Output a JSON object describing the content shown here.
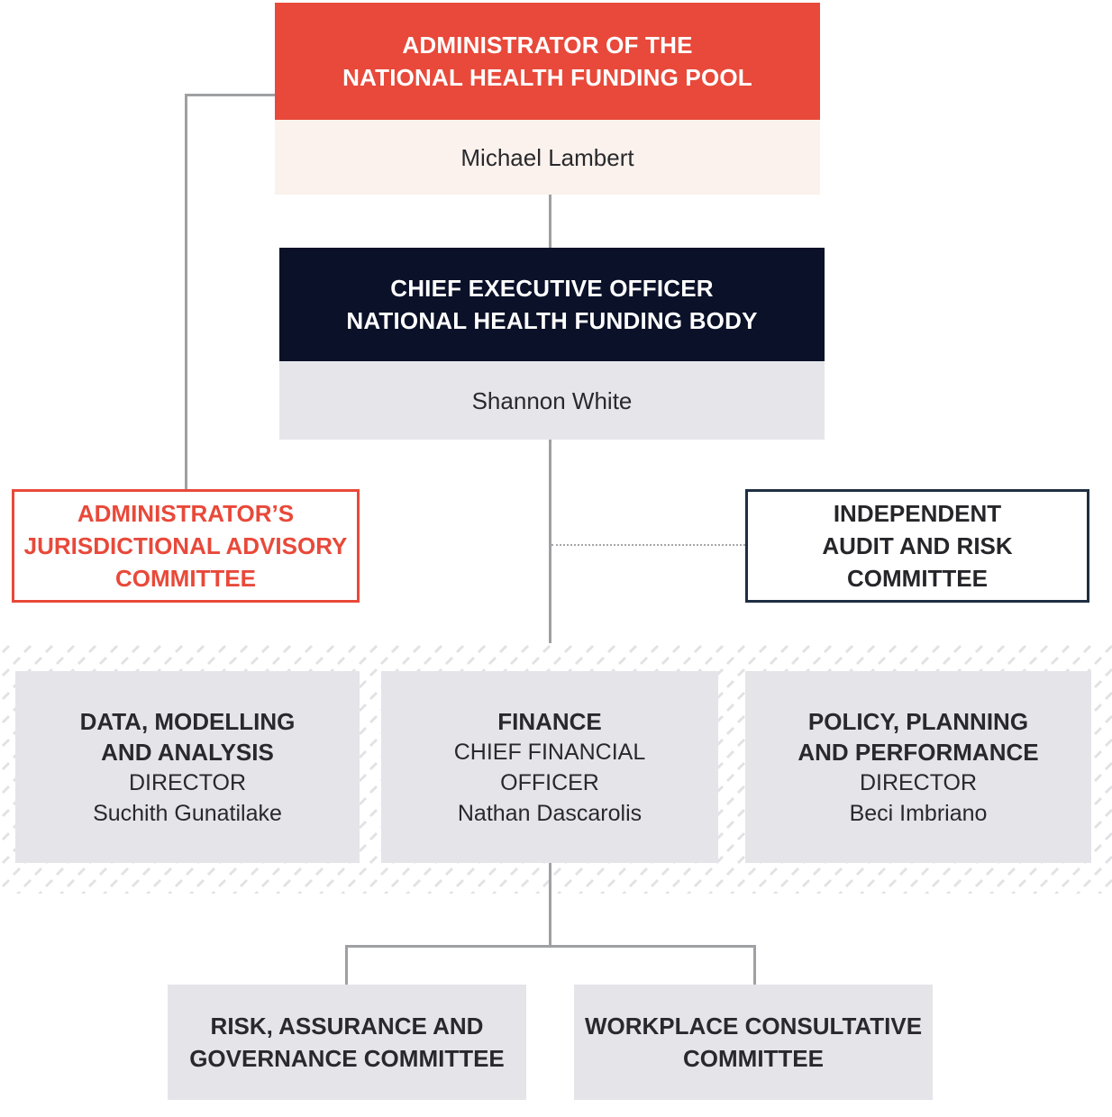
{
  "org": {
    "administrator": {
      "title": "ADMINISTRATOR OF THE\nNATIONAL HEALTH FUNDING POOL",
      "name": "Michael Lambert"
    },
    "ceo": {
      "title": "CHIEF EXECUTIVE OFFICER\nNATIONAL HEALTH FUNDING BODY",
      "name": "Shannon White"
    },
    "advisory_committee": {
      "title": "ADMINISTRATOR’S\nJURISDICTIONAL ADVISORY\nCOMMITTEE"
    },
    "audit_committee": {
      "title": "INDEPENDENT\nAUDIT AND RISK\nCOMMITTEE"
    },
    "divisions": [
      {
        "division": "DATA, MODELLING\nAND ANALYSIS",
        "role": "DIRECTOR",
        "name": "Suchith Gunatilake"
      },
      {
        "division": "FINANCE",
        "role": "CHIEF FINANCIAL\nOFFICER",
        "name": "Nathan Dascarolis"
      },
      {
        "division": "POLICY, PLANNING\nAND PERFORMANCE",
        "role": "DIRECTOR",
        "name": "Beci Imbriano"
      }
    ],
    "bottom_committees": [
      {
        "title": "RISK, ASSURANCE AND\nGOVERNANCE COMMITTEE"
      },
      {
        "title": "WORKPLACE CONSULTATIVE\nCOMMITTEE"
      }
    ]
  },
  "colors": {
    "red": "#e8493a",
    "pale_pink": "#fbf2ed",
    "navy": "#0a1128",
    "navy_border": "#1f2e41",
    "gray_box": "#e5e4e9",
    "connector_gray": "#9fa0a3",
    "hatch_gray": "#e2e2e5"
  }
}
